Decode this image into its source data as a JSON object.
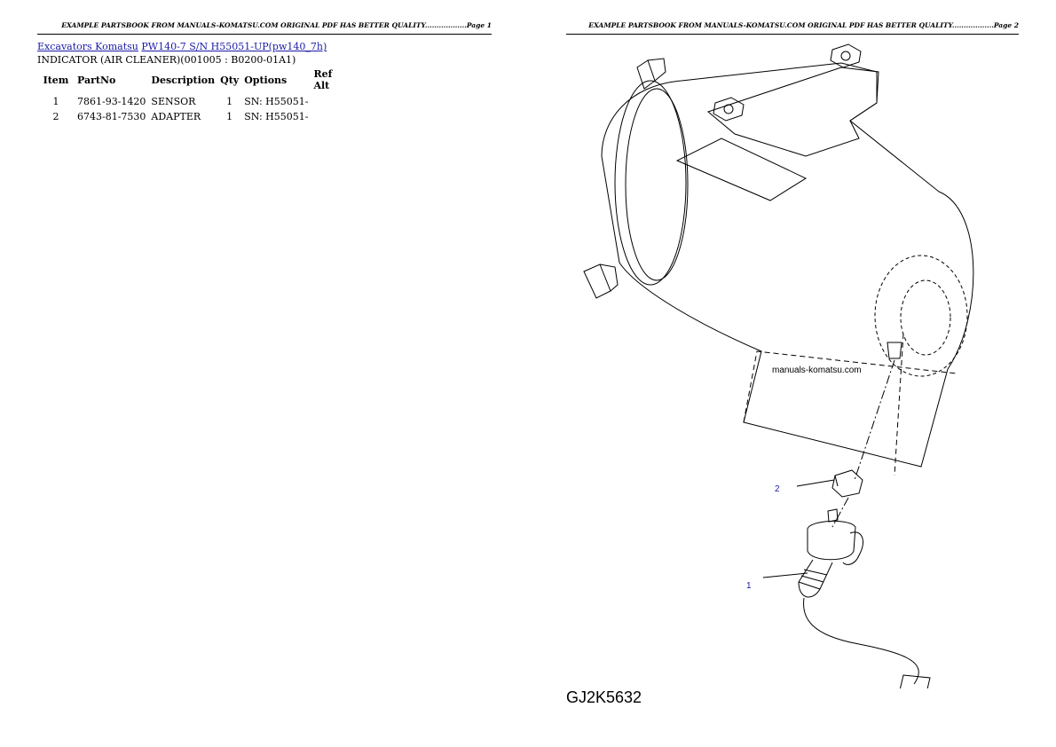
{
  "page1": {
    "header": "EXAMPLE PARTSBOOK FROM MANUALS-KOMATSU.COM ORIGINAL PDF HAS BETTER QUALITY..................Page 1"
  },
  "page2": {
    "header": "EXAMPLE PARTSBOOK FROM MANUALS-KOMATSU.COM ORIGINAL PDF HAS BETTER QUALITY..................Page 2"
  },
  "breadcrumb": {
    "category": "Excavators Komatsu",
    "model": "PW140-7 S/N H55051-UP(pw140_7h)"
  },
  "section_title": "INDICATOR (AIR CLEANER)(001005 : B0200-01A1)",
  "table": {
    "headers": [
      "Item",
      "PartNo",
      "Description",
      "Qty",
      "Options",
      "Ref Alt"
    ],
    "rows": [
      {
        "item": "1",
        "part_no": "7861-93-1420",
        "description": "SENSOR",
        "qty": "1",
        "options": "SN: H55051-",
        "ref_alt": ""
      },
      {
        "item": "2",
        "part_no": "6743-81-7530",
        "description": "ADAPTER",
        "qty": "1",
        "options": "SN: H55051-",
        "ref_alt": ""
      }
    ]
  },
  "drawing": {
    "watermark": "manuals-komatsu.com",
    "callouts": [
      "2",
      "1"
    ],
    "figure_code": "GJ2K5632",
    "callout_color": "#1a1aa6"
  }
}
